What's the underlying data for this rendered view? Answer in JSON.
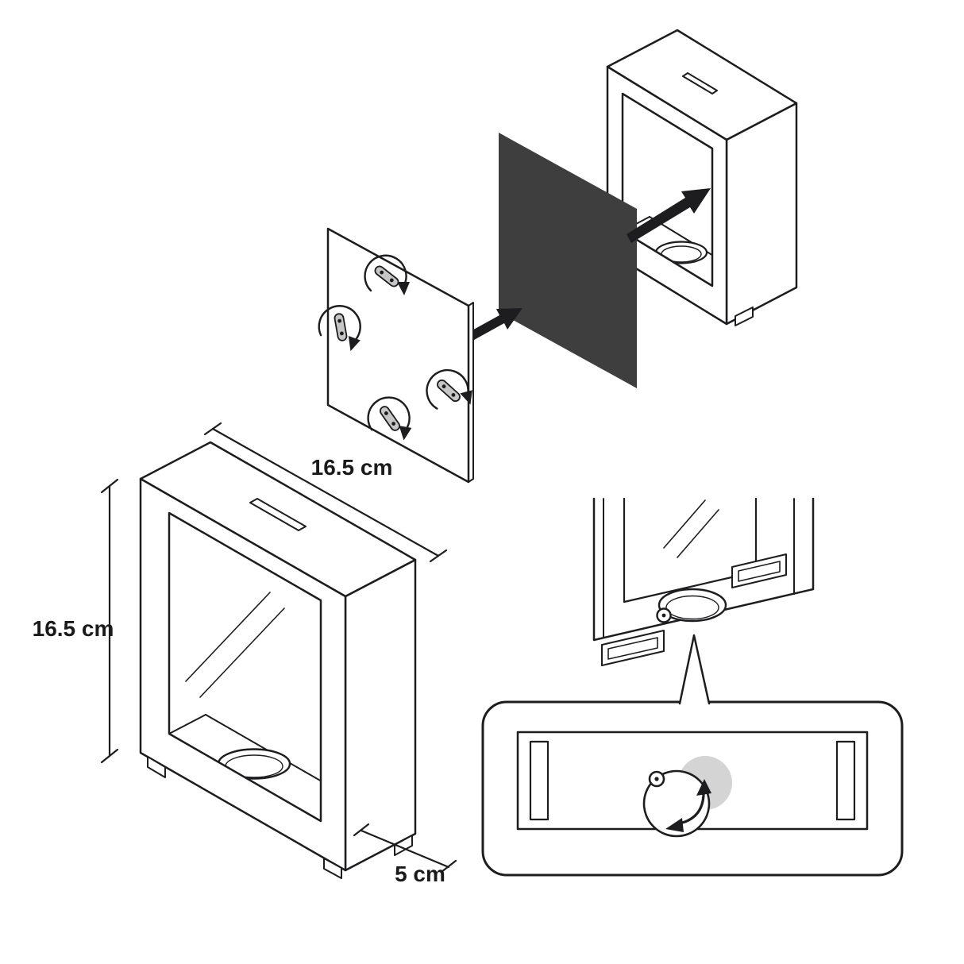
{
  "figure": {
    "dimensions": {
      "width_label": "16.5 cm",
      "height_label": "16.5 cm",
      "depth_label": "5 cm"
    },
    "colors": {
      "line": "#1d1d1f",
      "photo_panel": "#3e3e3e",
      "clip_fill": "#c6c6c6",
      "hole_disc": "#d4d4d4",
      "background": "#ffffff"
    }
  }
}
